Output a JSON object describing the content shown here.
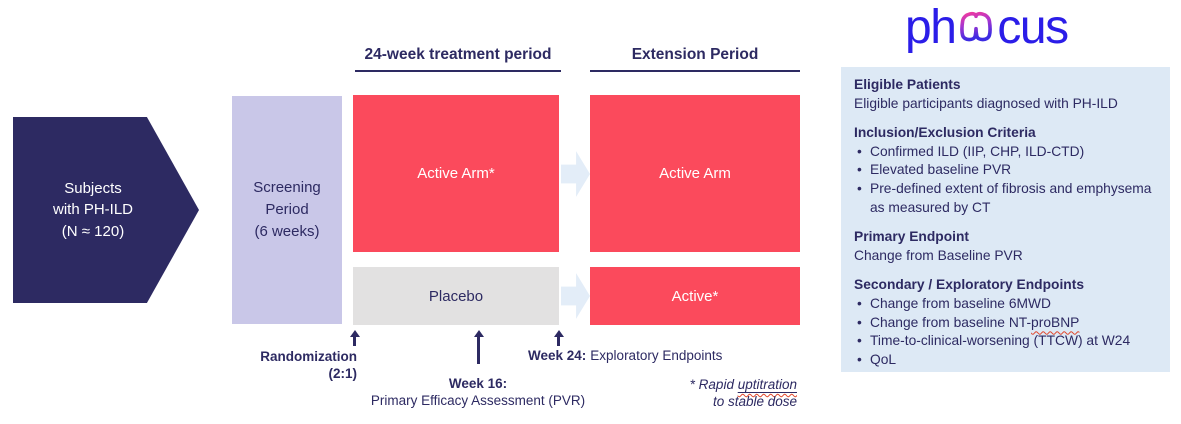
{
  "colors": {
    "navy": "#2d2a62",
    "red": "#fb4a5c",
    "lavender": "#c9c7e8",
    "placebo_gray": "#e2e1e1",
    "chevron_blue": "#e3edf8",
    "panel_bg": "#dde9f5",
    "logo_blue": "#2b1de8",
    "squiggle_red": "#e0452a",
    "white": "#ffffff"
  },
  "logo": {
    "part1": "ph",
    "part2": "cus"
  },
  "flow": {
    "subjects_lines": [
      "Subjects",
      "with PH-ILD",
      "(N ≈ 120)"
    ],
    "screening_lines": [
      "Screening",
      "Period",
      "(6 weeks)"
    ],
    "treatment_heading": "24-week treatment period",
    "extension_heading": "Extension Period",
    "boxes": {
      "active_arm_treatment": "Active Arm*",
      "placebo": "Placebo",
      "active_arm_extension": "Active Arm",
      "active_extension": "Active*"
    }
  },
  "annotations": {
    "randomization": {
      "line1": "Randomization",
      "line2": "(2:1)"
    },
    "week16": {
      "label": "Week 16:",
      "text": "Primary Efficacy Assessment (PVR)"
    },
    "week24": {
      "label": "Week 24:",
      "text": "Exploratory Endpoints"
    },
    "footnote": {
      "prefix": "* Rapid ",
      "word": "uptitration",
      "line2": "to stable dose"
    }
  },
  "panel": {
    "squiggle_words": [
      "proBNP"
    ],
    "sections": [
      {
        "title": "Eligible Patients",
        "body": "Eligible participants diagnosed with PH-ILD",
        "bullets": []
      },
      {
        "title": "Inclusion/Exclusion Criteria",
        "body": "",
        "bullets": [
          "Confirmed ILD (IIP, CHP, ILD-CTD)",
          "Elevated baseline PVR",
          "Pre-defined extent of fibrosis and emphysema as measured by CT"
        ]
      },
      {
        "title": "Primary Endpoint",
        "body": "Change from Baseline PVR",
        "bullets": []
      },
      {
        "title": "Secondary / Exploratory Endpoints",
        "body": "",
        "bullets": [
          "Change from baseline 6MWD",
          "Change from baseline NT-proBNP",
          "Time-to-clinical-worsening (TTCW) at W24",
          "QoL"
        ]
      }
    ]
  }
}
